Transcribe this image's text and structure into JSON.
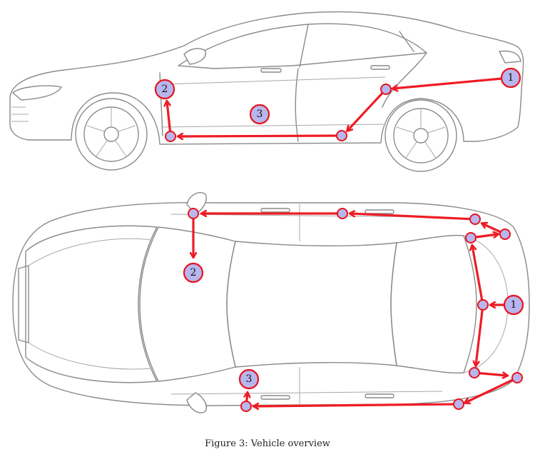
{
  "figure": {
    "caption": "Figure 3: Vehicle overview"
  },
  "side_view": {
    "badges": [
      "1",
      "2",
      "3"
    ]
  },
  "top_view": {
    "badges": [
      "1",
      "2",
      "3"
    ]
  },
  "colors": {
    "route": "#ee1c25",
    "node_fill": "#b8b6ee",
    "node_stroke": "#e8141c",
    "car_outline": "#8a8a8a"
  }
}
